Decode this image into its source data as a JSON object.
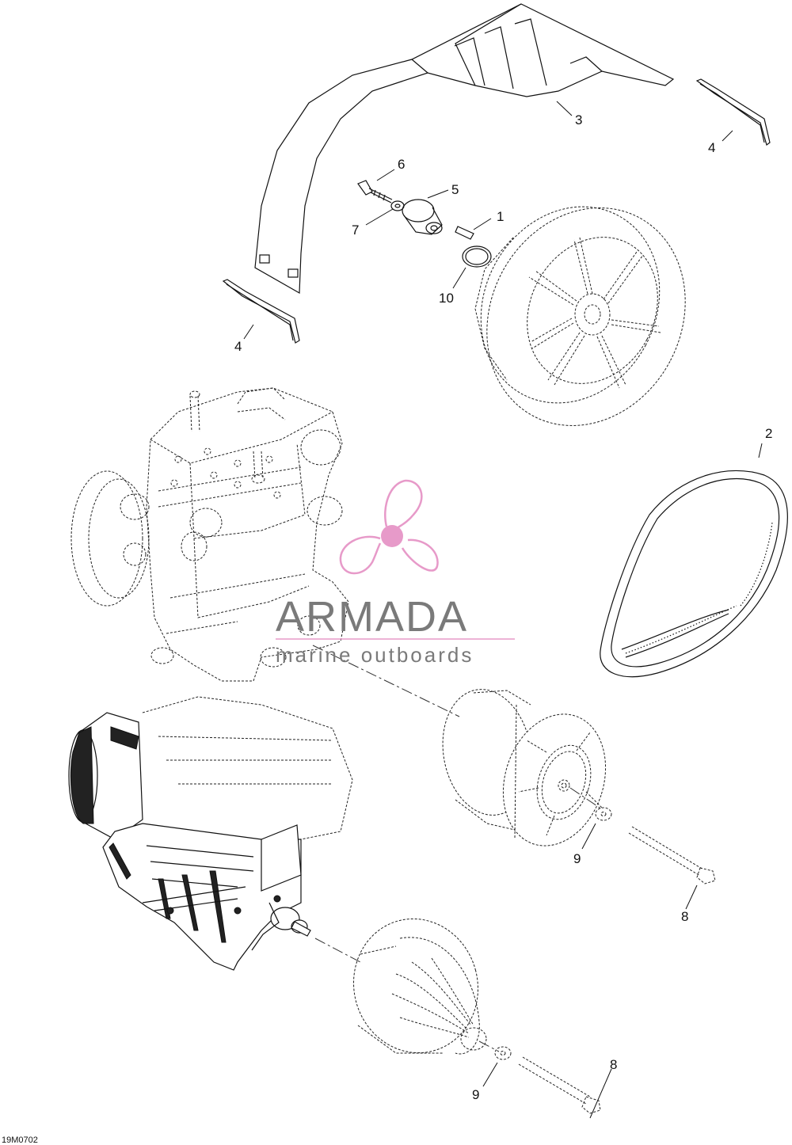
{
  "callouts": {
    "c1": "1",
    "c2": "2",
    "c3": "3",
    "c4a": "4",
    "c4b": "4",
    "c5": "5",
    "c6": "6",
    "c7": "7",
    "c8a": "8",
    "c8b": "8",
    "c9a": "9",
    "c9b": "9",
    "c10": "10"
  },
  "watermark": {
    "title": "ARMADA",
    "subtitle": "marine outboards",
    "logo_color": "#e79ac9"
  },
  "figure_code": "19M0702"
}
